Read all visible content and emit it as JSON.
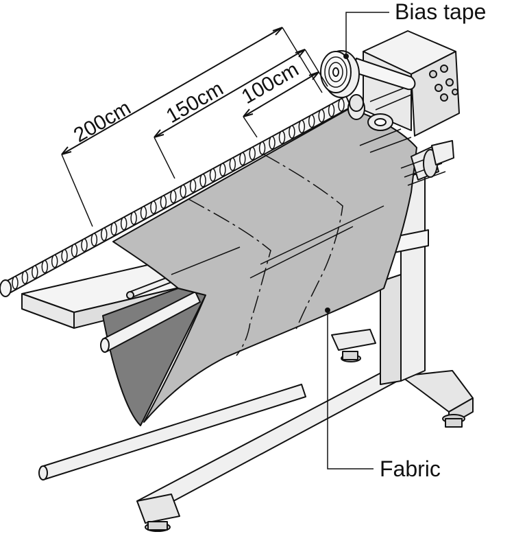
{
  "labels": {
    "bias_tape": "Bias tape",
    "fabric": "Fabric"
  },
  "dimensions": {
    "d200": "200cm",
    "d150": "150cm",
    "d100": "100cm"
  },
  "colors": {
    "fabric": "#bdbdbd",
    "fabric_shadow": "#8a8a8a",
    "machine": "#eeeeee",
    "panel": "#e2e2e2",
    "line": "#111111"
  }
}
